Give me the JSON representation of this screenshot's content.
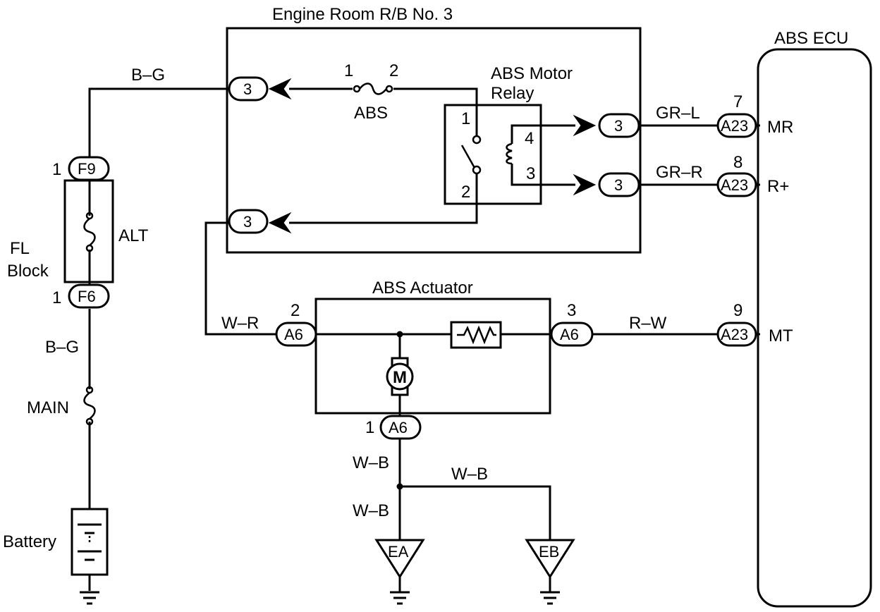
{
  "titles": {
    "engine_room_rb": "Engine Room R/B No. 3",
    "abs_ecu": "ABS ECU",
    "abs_actuator": "ABS Actuator",
    "abs_motor_relay_line1": "ABS Motor",
    "abs_motor_relay_line2": "Relay",
    "fl_block_line1": "FL",
    "fl_block_line2": "Block"
  },
  "wire_colors": {
    "bg_top": "B–G",
    "bg_lower": "B–G",
    "gr_l": "GR–L",
    "gr_r": "GR–R",
    "w_r": "W–R",
    "r_w": "R–W",
    "w_b_1": "W–B",
    "w_b_2": "W–B",
    "w_b_3": "W–B"
  },
  "connectors": {
    "rb3_top": "3",
    "rb3_mid": "3",
    "rb3_relay4": "3",
    "rb3_relay3": "3",
    "f9": "F9",
    "f6": "F6",
    "a23_mr": "A23",
    "a23_rplus": "A23",
    "a23_mt": "A23",
    "a6_left": "A6",
    "a6_right": "A6",
    "a6_bottom": "A6"
  },
  "pins": {
    "f9": "1",
    "f6": "1",
    "abs_fuse_1": "1",
    "abs_fuse_2": "2",
    "relay_1": "1",
    "relay_2": "2",
    "relay_3": "3",
    "relay_4": "4",
    "ecu_7": "7",
    "ecu_8": "8",
    "ecu_9": "9",
    "a6_2": "2",
    "a6_3": "3",
    "a6_1": "1"
  },
  "terminals": {
    "mr": "MR",
    "rplus": "R+",
    "mt": "MT"
  },
  "components": {
    "fuse_abs": "ABS",
    "fuse_alt": "ALT",
    "fuse_main": "MAIN",
    "battery": "Battery",
    "motor": "M",
    "ground_ea": "EA",
    "ground_eb": "EB"
  }
}
